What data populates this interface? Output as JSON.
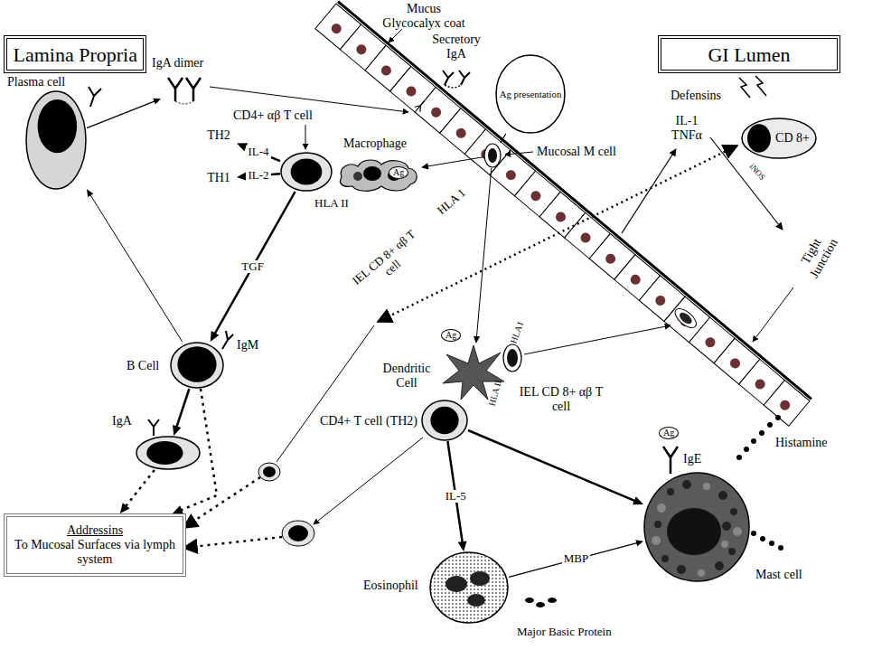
{
  "diagram": {
    "nodes": [
      {
        "text": [
          "Lamina Propria"
        ]
      },
      {
        "text": [
          "GI Lumen"
        ]
      },
      {
        "text": [
          "Plasma cell"
        ]
      },
      {
        "text": [
          "IgA dimer"
        ]
      },
      {
        "text": [
          "Ag presentation"
        ]
      },
      {
        "text": [
          "CD 8+"
        ]
      },
      {
        "text": [
          "CD4+ αβ T cell"
        ]
      },
      {
        "text": [
          "TH2"
        ]
      },
      {
        "text": [
          "Mucosal M cell"
        ]
      },
      {
        "text": [
          "Macrophage"
        ]
      },
      {
        "text": [
          "TH1"
        ]
      },
      {
        "text": [
          "B Cell"
        ]
      },
      {
        "text": [
          "Dendritic Cell"
        ]
      },
      {
        "text": [
          "IEL CD 8+ αβ T cell"
        ]
      },
      {
        "text": [
          "CD4+ T cell (TH2)"
        ]
      },
      {
        "text": [
          "IgA"
        ]
      },
      {
        "text": [
          "Addressins",
          "To Mucosal Surfaces via lymph system"
        ]
      },
      {
        "text": [
          "Eosinophil"
        ]
      },
      {
        "text": [
          "Mast cell"
        ]
      }
    ],
    "edges": [
      {
        "from": 2,
        "to": 3,
        "arrow": "to"
      },
      {
        "from": 6,
        "to": 7,
        "label": "IL-4",
        "arrow": "to"
      },
      {
        "from": 6,
        "to": 10,
        "label": "IL-2",
        "arrow": "to"
      },
      {
        "from": 6,
        "to": 11,
        "label": "TGF",
        "arrow": "to"
      },
      {
        "from": 11,
        "to": 2,
        "arrow": "to"
      },
      {
        "from": 11,
        "to": 15,
        "arrow": "to"
      },
      {
        "from": 15,
        "to": 16,
        "arrow": "to"
      },
      {
        "from": 11,
        "to": 16,
        "arrow": "to"
      },
      {
        "from": 8,
        "to": 9,
        "arrow": "to"
      },
      {
        "from": 8,
        "to": 12,
        "arrow": "to"
      },
      {
        "from": 14,
        "to": 17,
        "label": "IL-5",
        "arrow": "to"
      },
      {
        "from": 14,
        "to": 18,
        "arrow": "to"
      },
      {
        "from": 17,
        "to": 18,
        "label": "MBP",
        "arrow": "to"
      },
      {
        "from": 4,
        "to": 8,
        "arrow": "none"
      }
    ],
    "labels": [
      "Mucus Glycocalyx coat",
      "Secretory IgA",
      "Defensins",
      "HLA II",
      "IgM",
      "HLA 1",
      "IEL CD 8+ αβ T cell",
      "Ag",
      "HLA1",
      "HLA II",
      "IL-1 TNFα",
      "iNOS",
      "Tight Junction",
      "Ag",
      "Histamine",
      "Ag",
      "IgE",
      "Major Basic Protein"
    ]
  }
}
